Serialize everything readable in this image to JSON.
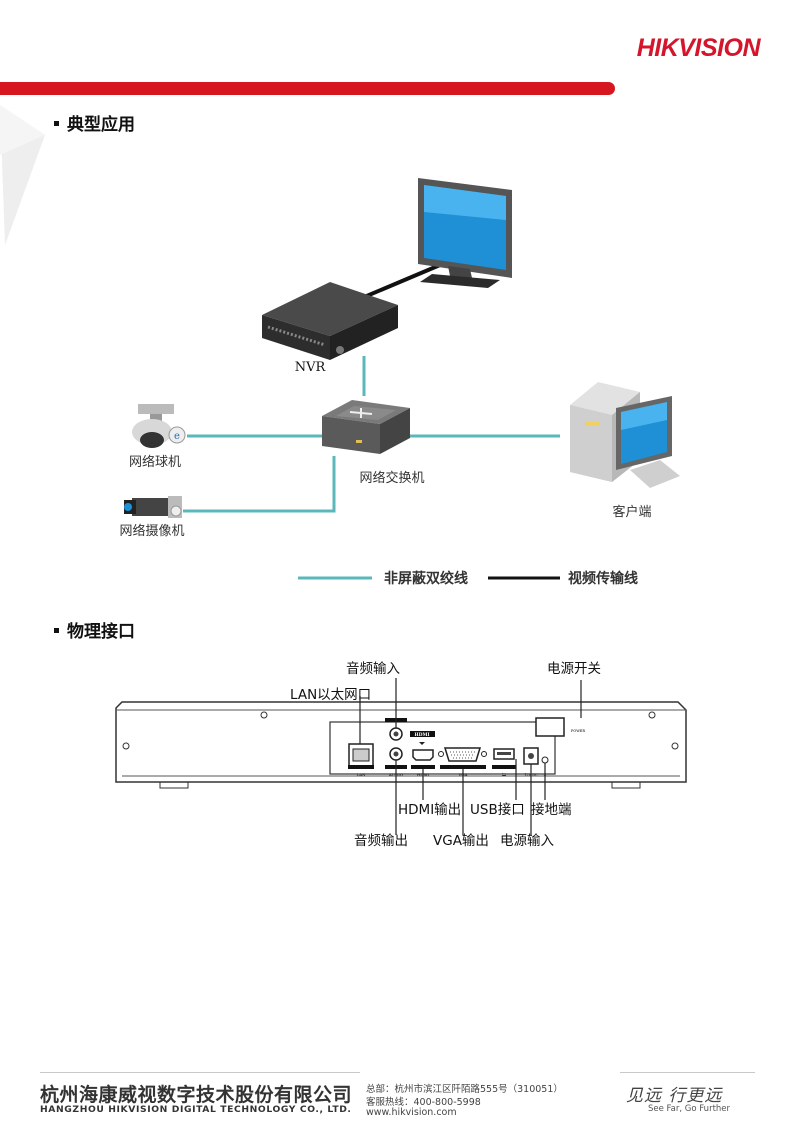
{
  "header": {
    "logo_main": "HIKVISION",
    "accent_color": "#d6171f",
    "link_color": "#5ab8ba"
  },
  "sections": {
    "typical_application": {
      "title": "典型应用"
    },
    "physical_interface": {
      "title": "物理接口"
    }
  },
  "topology": {
    "nvr_label": "NVR",
    "dome_label": "网络球机",
    "switch_label": "网络交换机",
    "camera_label": "网络摄像机",
    "client_label": "客户端",
    "legend_utp": "非屏蔽双绞线",
    "legend_video": "视频传输线"
  },
  "rear_panel": {
    "callouts": {
      "audio_in": "音频输入",
      "lan": "LAN以太网口",
      "power_switch": "电源开关",
      "hdmi_out": "HDMI输出",
      "usb": "USB接口",
      "ground": "接地端",
      "audio_out": "音频输出",
      "vga_out": "VGA输出",
      "power_in": "电源输入"
    },
    "silkscreen": {
      "lan": "LAN",
      "audio": "AUDIO",
      "hdmi": "HDMI",
      "vga": "VGA",
      "dc": "12V DC",
      "power": "POWER",
      "hdmi_logo": "HDMI"
    }
  },
  "footer": {
    "company_cn": "杭州海康威视数字技术股份有限公司",
    "company_en": "HANGZHOU HIKVISION DIGITAL TECHNOLOGY CO., LTD.",
    "address": "总部：杭州市滨江区阡陌路555号（310051）",
    "hotline": "客服热线：400-800-5998",
    "website": "www.hikvision.com",
    "slogan_cn": "见远 行更远",
    "slogan_en": "See Far, Go Further"
  }
}
